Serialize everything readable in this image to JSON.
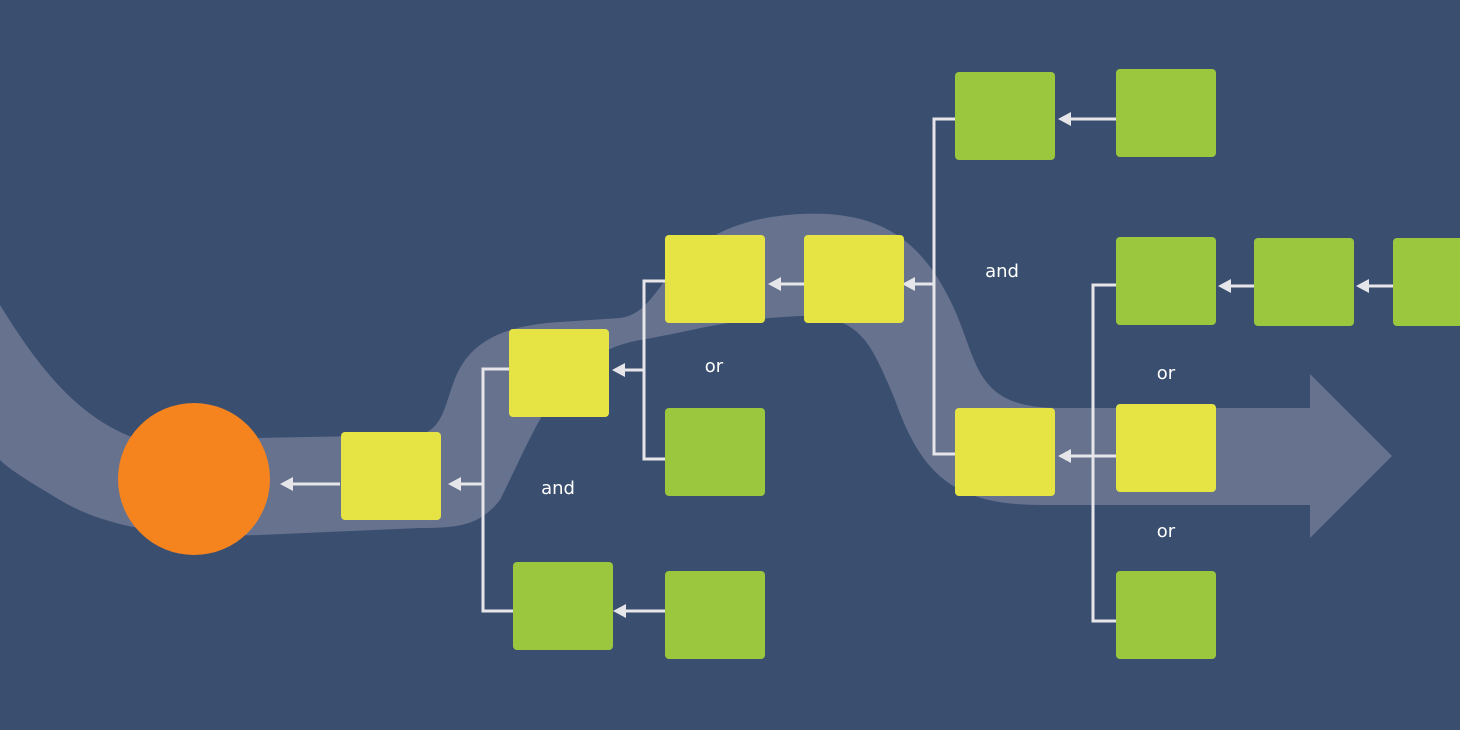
{
  "colors": {
    "background": "#3a4e6f",
    "band": "#8a8fa8",
    "start": "#f5841f",
    "yellow": "#e6e345",
    "green": "#9ac73d",
    "connector": "#e6e6ea"
  },
  "nodes": [
    {
      "id": "start",
      "kind": "circle",
      "color": "start"
    },
    {
      "id": "y1",
      "kind": "box",
      "color": "yellow"
    },
    {
      "id": "y2",
      "kind": "box",
      "color": "yellow"
    },
    {
      "id": "y3",
      "kind": "box",
      "color": "yellow"
    },
    {
      "id": "y4",
      "kind": "box",
      "color": "yellow"
    },
    {
      "id": "y5",
      "kind": "box",
      "color": "yellow"
    },
    {
      "id": "y6",
      "kind": "box",
      "color": "yellow"
    },
    {
      "id": "g1",
      "kind": "box",
      "color": "green"
    },
    {
      "id": "g2",
      "kind": "box",
      "color": "green"
    },
    {
      "id": "g3",
      "kind": "box",
      "color": "green"
    },
    {
      "id": "g4",
      "kind": "box",
      "color": "green"
    },
    {
      "id": "g5",
      "kind": "box",
      "color": "green"
    },
    {
      "id": "g6",
      "kind": "box",
      "color": "green"
    },
    {
      "id": "g7",
      "kind": "box",
      "color": "green"
    },
    {
      "id": "g8",
      "kind": "box",
      "color": "green"
    },
    {
      "id": "g9",
      "kind": "box",
      "color": "green"
    },
    {
      "id": "g10",
      "kind": "box",
      "color": "green"
    }
  ],
  "labels": {
    "and_1": "and",
    "or_1": "or",
    "and_2": "and",
    "or_2": "or",
    "or_3": "or"
  }
}
